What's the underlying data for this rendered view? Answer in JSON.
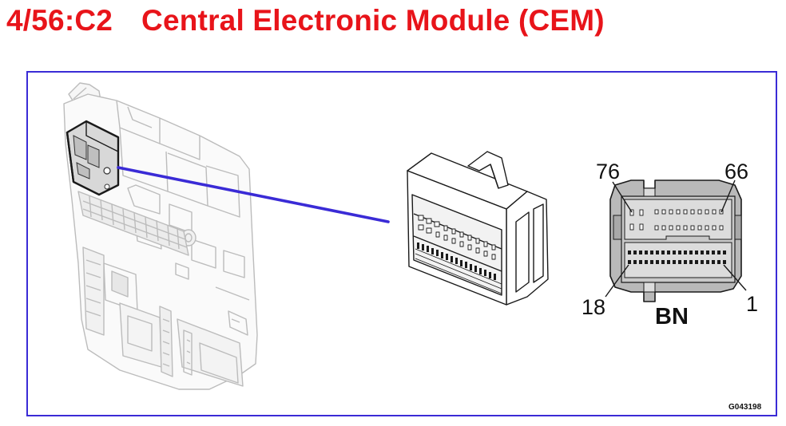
{
  "title": {
    "code": "4/56:C2",
    "name": "Central Electronic Module (CEM)"
  },
  "pinout": {
    "top_left_pin": "76",
    "top_right_pin": "66",
    "bottom_left_pin": "18",
    "bottom_right_pin": "1",
    "color_code": "BN"
  },
  "figure_id": "G043198",
  "colors": {
    "title": "#e8141a",
    "frame": "#3a2bd6",
    "leader_line": "#3a2bd6",
    "connector_fill": "#b9b9b9"
  }
}
